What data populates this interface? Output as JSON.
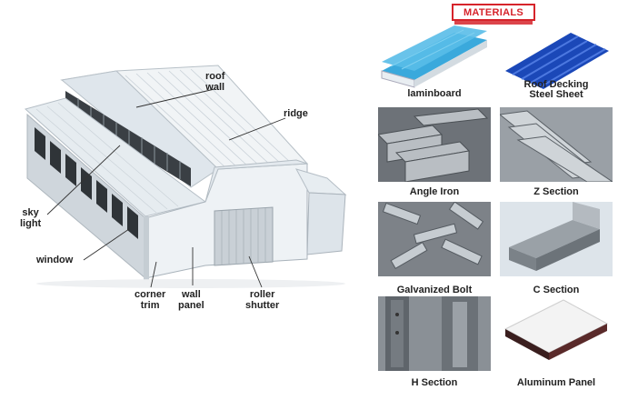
{
  "diagram": {
    "callouts": {
      "roof_wall": "roof\nwall",
      "ridge": "ridge",
      "sky_light": "sky\nlight",
      "window": "window",
      "corner_trim": "corner\ntrim",
      "wall_panel": "wall\npanel",
      "roller_shutter": "roller\nshutter"
    }
  },
  "materials": {
    "title": "MATERIALS",
    "items": [
      {
        "label": "laminboard"
      },
      {
        "label": "Roof Decking\nSteel Sheet"
      },
      {
        "label": "Angle Iron"
      },
      {
        "label": "Z Section"
      },
      {
        "label": "Galvanized Bolt"
      },
      {
        "label": "C Section"
      },
      {
        "label": "H Section"
      },
      {
        "label": "Aluminum Panel"
      }
    ]
  },
  "colors": {
    "banner_red": "#d6242b",
    "sandwich_blue": "#3aa9dc",
    "decking_blue": "#1b48b8",
    "steel_grey": "#8a8f95"
  }
}
